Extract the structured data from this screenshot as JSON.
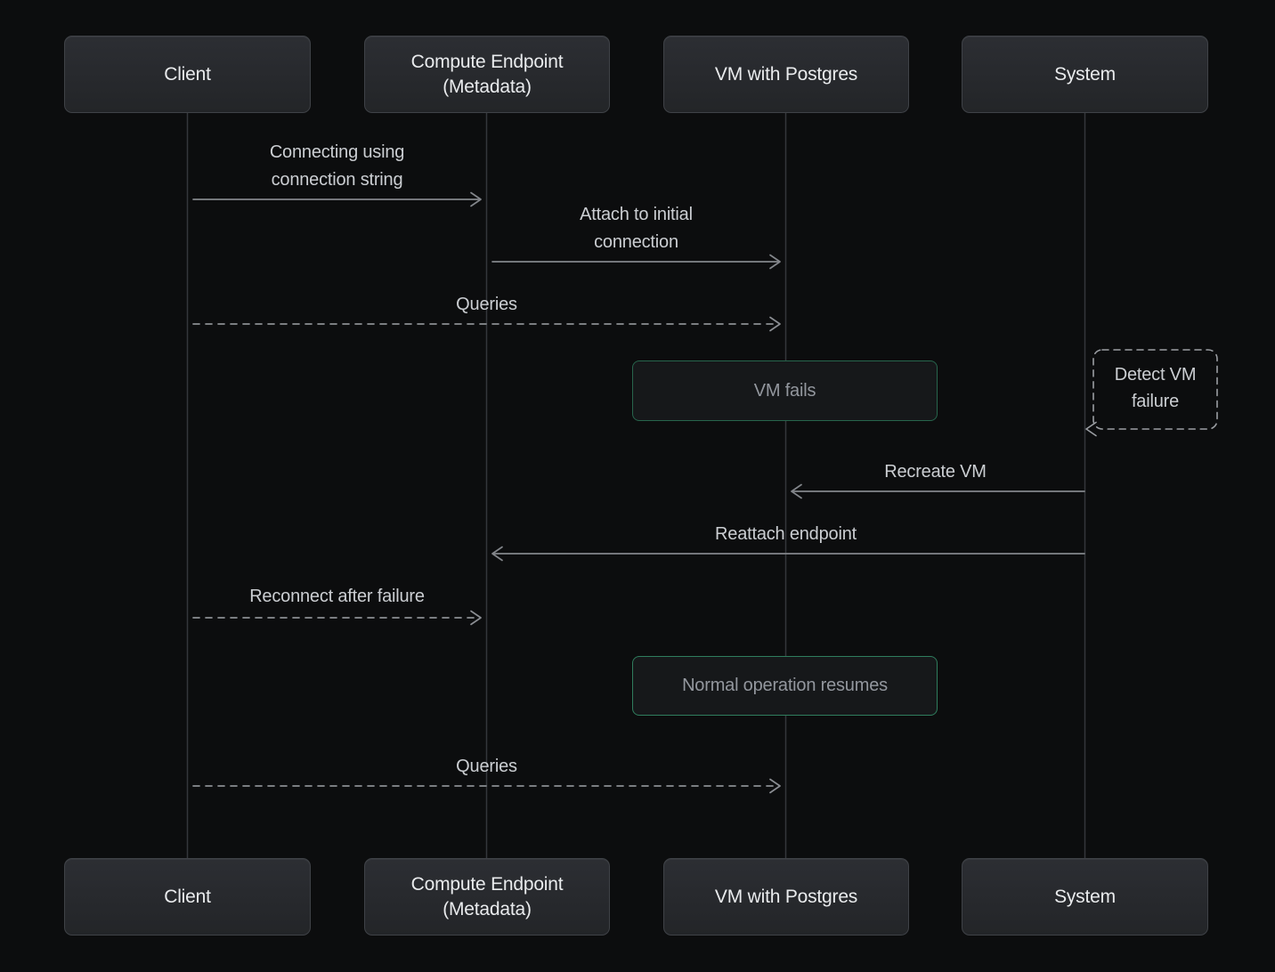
{
  "colors": {
    "background": "#0c0d0e",
    "actor_box_top": "#2c2e33",
    "actor_box_bottom": "#232528",
    "actor_border": "#3f4247",
    "actor_text": "#e9ebed",
    "lifeline": "#34373b",
    "arrow_solid": "#83868b",
    "arrow_dashed": "#8b8e93",
    "label_text": "#cbced2",
    "note_border_green": "#2d7457",
    "note_fill": "#16181a",
    "note_text": "#93979e",
    "self_message_dashed": "#9b9ea3"
  },
  "actors": [
    {
      "id": "client",
      "label": "Client"
    },
    {
      "id": "compute-endpoint",
      "label": "Compute Endpoint (Metadata)"
    },
    {
      "id": "vm-postgres",
      "label": "VM with Postgres"
    },
    {
      "id": "system",
      "label": "System"
    }
  ],
  "messages": [
    {
      "from": "Client",
      "to": "Compute Endpoint (Metadata)",
      "label": "Connecting using connection string",
      "style": "solid"
    },
    {
      "from": "Compute Endpoint (Metadata)",
      "to": "VM with Postgres",
      "label": "Attach to initial connection",
      "style": "solid"
    },
    {
      "from": "Client",
      "to": "VM with Postgres",
      "label": "Queries",
      "style": "dashed"
    },
    {
      "from": "System",
      "to": "System",
      "label": "Detect VM failure",
      "style": "dashed-self"
    },
    {
      "from": "System",
      "to": "VM with Postgres",
      "label": "Recreate VM",
      "style": "solid"
    },
    {
      "from": "System",
      "to": "Compute Endpoint (Metadata)",
      "label": "Reattach endpoint",
      "style": "solid"
    },
    {
      "from": "Client",
      "to": "Compute Endpoint (Metadata)",
      "label": "Reconnect after failure",
      "style": "dashed"
    },
    {
      "from": "Client",
      "to": "VM with Postgres",
      "label": "Queries",
      "style": "dashed"
    }
  ],
  "notes": [
    {
      "over": "VM with Postgres",
      "label": "VM fails"
    },
    {
      "over": "VM with Postgres",
      "label": "Normal operation resumes"
    }
  ]
}
